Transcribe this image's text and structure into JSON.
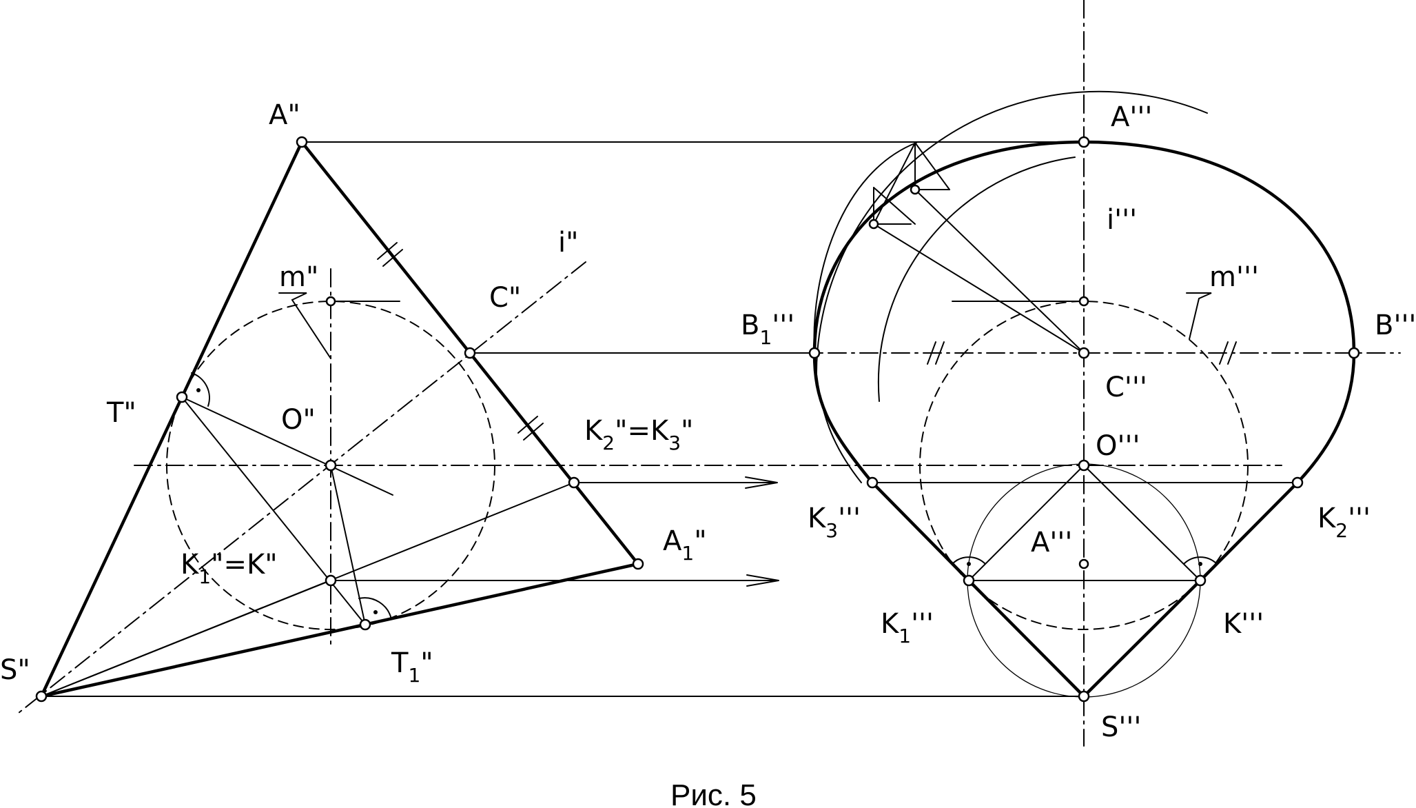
{
  "figure": {
    "caption": "Рис. 5"
  },
  "labels": {
    "A2": "A\"",
    "A3": "A'''",
    "A3_inner": "A'''",
    "i2": "i\"",
    "i3": "i'''",
    "m2": "m\"",
    "m3": "m'''",
    "C2": "C\"",
    "C3": "C'''",
    "B1_3_base": "B",
    "B1_3_sub": "1",
    "B1_3_primes": "'''",
    "B3": "B'''",
    "T2": "T\"",
    "O2": "O\"",
    "O3": "O'''",
    "K2K3_a": "K",
    "K2K3_sub1": "2",
    "K2K3_b": "\"=K",
    "K2K3_sub2": "3",
    "K2K3_c": "\"",
    "K3_3_base": "K",
    "K3_3_sub": "3",
    "K3_3_primes": "'''",
    "K2_3_base": "K",
    "K2_3_sub": "2",
    "K2_3_primes": "'''",
    "A1_2_base": "A",
    "A1_2_sub": "1",
    "A1_2_primes": "\"",
    "K1K_a": "K",
    "K1K_sub": "1",
    "K1K_b": "\"=K\"",
    "K1_3_base": "K",
    "K1_3_sub": "1",
    "K1_3_primes": "'''",
    "K3": "K'''",
    "S2": "S\"",
    "S3": "S'''",
    "T1_2_base": "T",
    "T1_2_sub": "1",
    "T1_2_primes": "\""
  }
}
